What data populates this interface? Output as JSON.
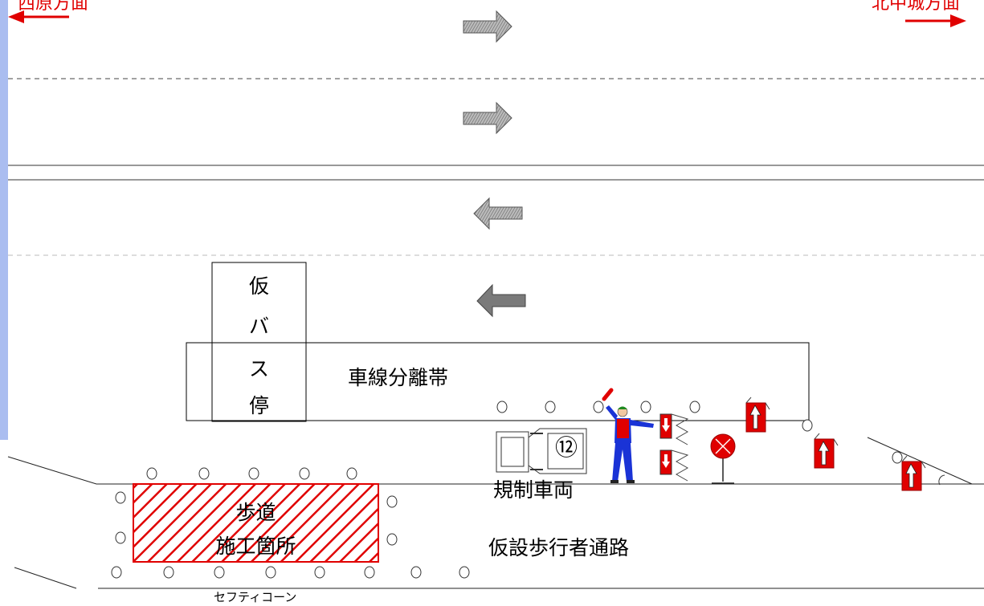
{
  "directions": {
    "left": "西原方面",
    "right": "北中城方面"
  },
  "labels": {
    "bus_stop_chars": [
      "仮",
      "バ",
      "ス",
      "停"
    ],
    "median": "車線分離帯",
    "work_area": [
      "歩道",
      "施工箇所"
    ],
    "regulation_vehicle": "規制車両",
    "vehicle_number": "⑫",
    "temp_walkway": "仮設歩行者通路",
    "safety_cone": "セフティコーン"
  },
  "colors": {
    "accent_red": "#e00000",
    "left_strip": "#aabdf0",
    "worker_blue": "#1a33d6",
    "helmet_green": "#1f8a1f",
    "lane_arrow": "#808080"
  }
}
